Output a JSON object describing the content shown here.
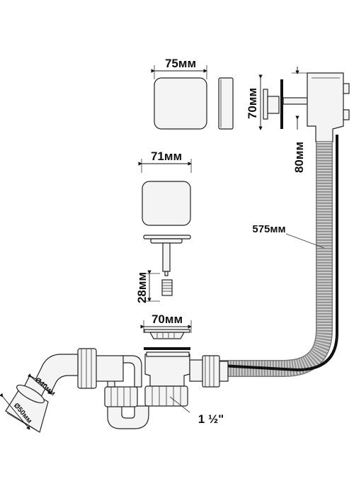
{
  "dimensions": {
    "top_cap_width": "75мм",
    "top_cap_height": "70мм",
    "overflow_depth": "80мм",
    "hose_length": "575мм",
    "plug_cap_width": "71мм",
    "stem_length": "28мм",
    "strainer_width": "70мм",
    "outlet_40": "Ø40мм",
    "outlet_50": "Ø50мм",
    "thread_size": "1 ½\""
  },
  "colors": {
    "line": "#222222",
    "fill_light": "#f4f4f4",
    "hose": "#dcdcdc",
    "cable": "#111111"
  }
}
